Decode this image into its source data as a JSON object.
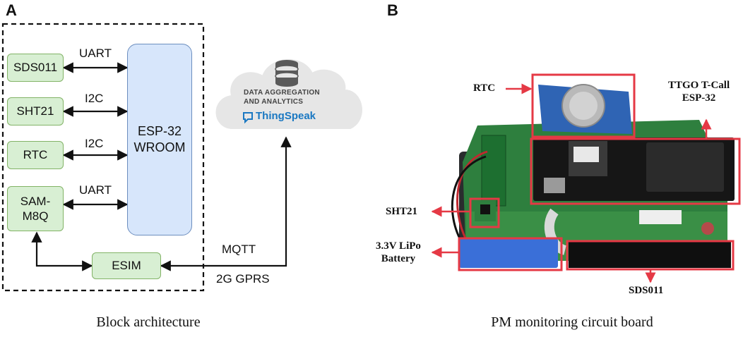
{
  "panels": {
    "a": {
      "letter": "A",
      "caption": "Block architecture"
    },
    "b": {
      "letter": "B",
      "caption": "PM monitoring circuit board"
    }
  },
  "blocks": {
    "sds011": "SDS011",
    "sht21": "SHT21",
    "rtc": "RTC",
    "sam": "SAM-\nM8Q",
    "esim": "ESIM",
    "esp32": "ESP-32\nWROOM"
  },
  "links": {
    "uart_1": "UART",
    "i2c_1": "I2C",
    "i2c_2": "I2C",
    "uart_2": "UART",
    "mqtt": "MQTT",
    "gprs": "2G GPRS"
  },
  "cloud": {
    "text": "DATA AGGREGATION\nAND ANALYTICS",
    "brand": "ThingSpeak"
  },
  "photo_labels": {
    "rtc": "RTC",
    "ttgo": "TTGO T-Call\nESP-32",
    "sht21": "SHT21",
    "battery": "3.3V LiPo\nBattery",
    "sds011": "SDS011"
  },
  "colors": {
    "green_fill": "#d8efd3",
    "green_border": "#82b366",
    "blue_fill": "#d7e6fb",
    "blue_border": "#6c8ebf",
    "highlight_red": "#e53945",
    "thingspeak_blue": "#1a78c2"
  }
}
